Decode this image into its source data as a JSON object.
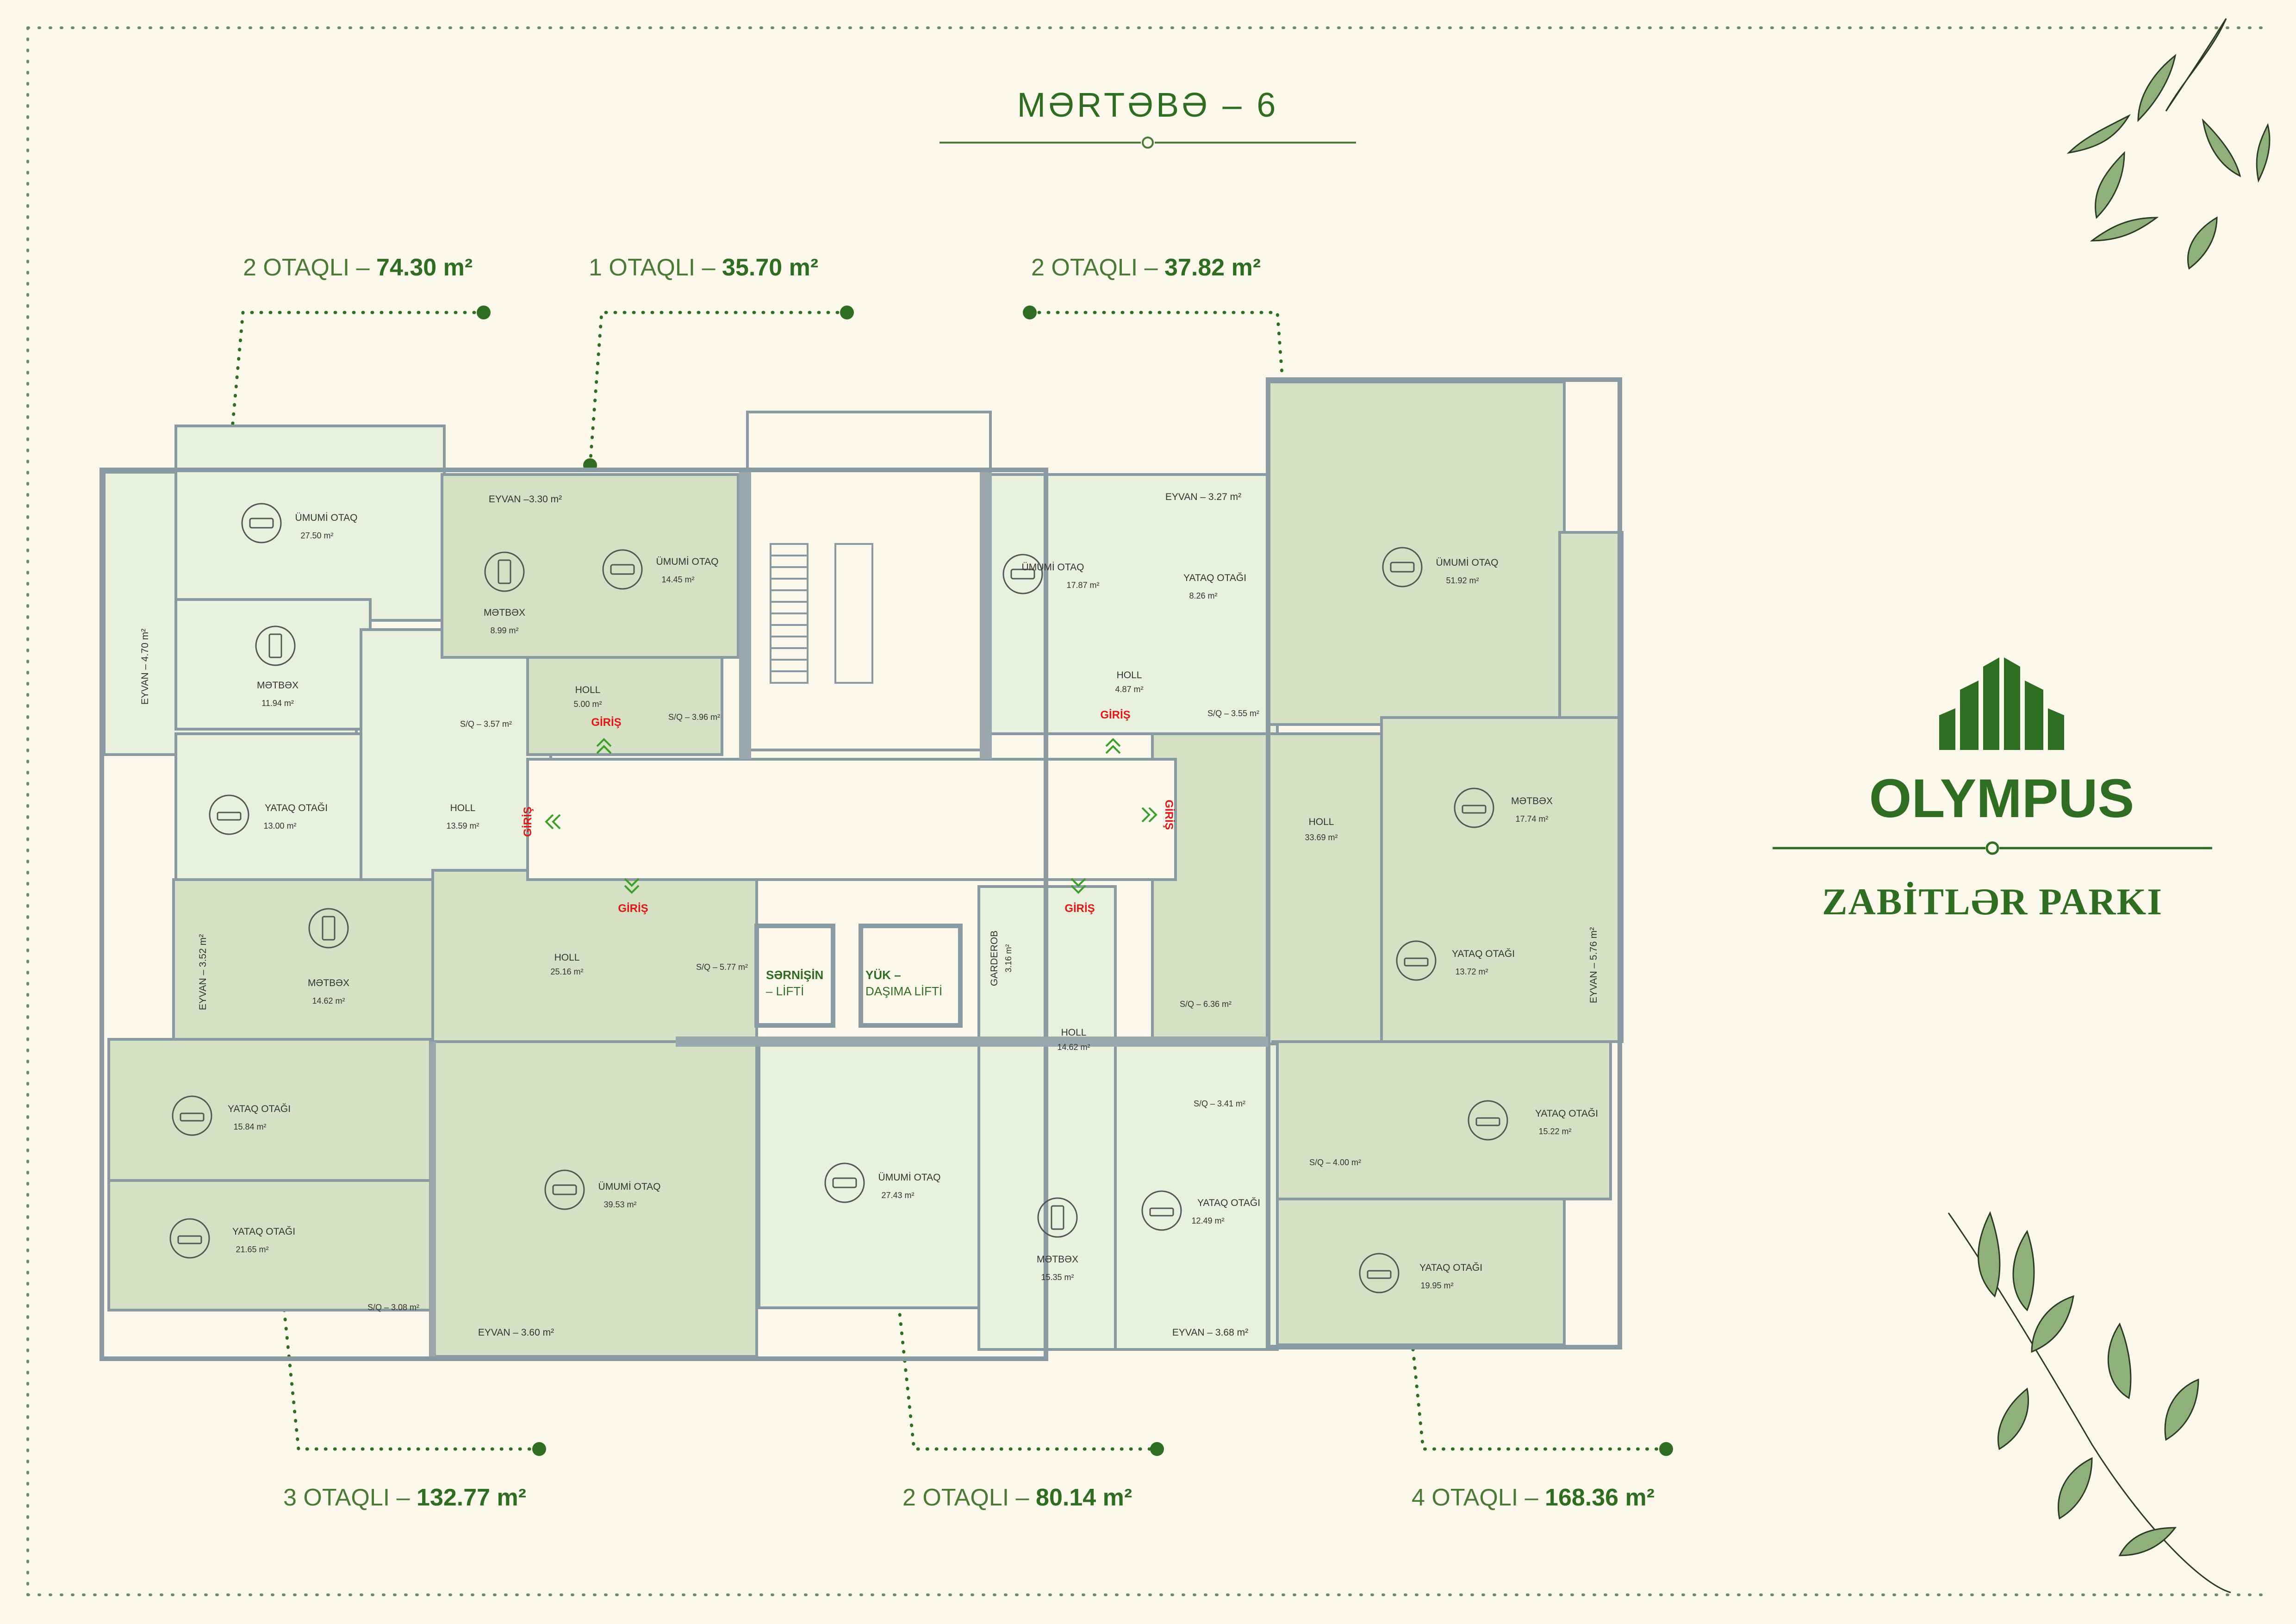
{
  "floor_title": "MƏRTƏBƏ – 6",
  "brand": {
    "name": "OLYMPUS",
    "project": "ZABİTLƏR PARKI"
  },
  "colors": {
    "background": "#fcf9ec",
    "brand_green": "#2f6e22",
    "room_fill": "#d6e0c4",
    "room_fill_light": "#eaf0de",
    "wall": "#8a9aa3",
    "giris": "#e01818"
  },
  "apartments": [
    {
      "rooms": "2 OTAQLI –",
      "area": "74.30 m²"
    },
    {
      "rooms": "1 OTAQLI –",
      "area": "35.70 m²"
    },
    {
      "rooms": "2 OTAQLI –",
      "area": "37.82 m²"
    },
    {
      "rooms": "3 OTAQLI –",
      "area": "132.77 m²"
    },
    {
      "rooms": "2 OTAQLI –",
      "area": "80.14 m²"
    },
    {
      "rooms": "4 OTAQLI –",
      "area": "168.36 m²"
    }
  ],
  "entrance_label": "GİRİŞ",
  "lifts": {
    "passenger": [
      "SƏRNİŞİN",
      "– LİFTİ"
    ],
    "freight": [
      "YÜK –",
      "DAŞIMA LİFTİ"
    ]
  },
  "rooms": [
    {
      "name": "ÜMUMİ OTAQ",
      "area": "27.50 m²",
      "icon": "sofa-icon"
    },
    {
      "name": "MƏTBƏX",
      "area": "11.94 m²",
      "icon": "fridge-icon"
    },
    {
      "name": "YATAQ OTAĞI",
      "area": "13.00 m²",
      "icon": "bed-icon"
    },
    {
      "name": "HOLL",
      "area": "13.59 m²"
    },
    {
      "name": "EYVAN – 4.70 m²",
      "area": ""
    },
    {
      "name": "S/Q – 3.57 m²",
      "area": ""
    },
    {
      "name": "EYVAN –3.30 m²",
      "area": ""
    },
    {
      "name": "MƏTBƏX",
      "area": "8.99 m²",
      "icon": "fridge-icon"
    },
    {
      "name": "ÜMUMİ OTAQ",
      "area": "14.45 m²",
      "icon": "sofa-icon"
    },
    {
      "name": "HOLL",
      "area": "5.00 m²"
    },
    {
      "name": "S/Q – 3.96 m²",
      "area": ""
    },
    {
      "name": "EYVAN – 3.27 m²",
      "area": ""
    },
    {
      "name": "ÜMUMİ OTAQ",
      "area": "17.87 m²",
      "icon": "sofa-icon"
    },
    {
      "name": "YATAQ OTAĞI",
      "area": "8.26 m²"
    },
    {
      "name": "HOLL",
      "area": "4.87 m²"
    },
    {
      "name": "S/Q – 3.55 m²",
      "area": ""
    },
    {
      "name": "ÜMUMİ OTAQ",
      "area": "51.92 m²",
      "icon": "sofa-icon"
    },
    {
      "name": "HOLL",
      "area": "33.69 m²"
    },
    {
      "name": "MƏTBƏX",
      "area": "17.74 m²",
      "icon": "fridge-icon"
    },
    {
      "name": "YATAQ OTAĞI",
      "area": "13.72 m²",
      "icon": "bed-icon"
    },
    {
      "name": "EYVAN – 5.76 m²",
      "area": ""
    },
    {
      "name": "S/Q – 6.36 m²",
      "area": ""
    },
    {
      "name": "YATAQ OTAĞI",
      "area": "15.22 m²",
      "icon": "bed-icon"
    },
    {
      "name": "S/Q – 4.00 m²",
      "area": ""
    },
    {
      "name": "YATAQ OTAĞI",
      "area": "19.95 m²",
      "icon": "bed-icon"
    },
    {
      "name": "EYVAN – 3.52 m²",
      "area": ""
    },
    {
      "name": "MƏTBƏX",
      "area": "14.62 m²",
      "icon": "fridge-icon"
    },
    {
      "name": "HOLL",
      "area": "25.16 m²"
    },
    {
      "name": "S/Q – 5.77 m²",
      "area": ""
    },
    {
      "name": "YATAQ OTAĞI",
      "area": "15.84 m²",
      "icon": "bed-icon"
    },
    {
      "name": "ÜMUMİ OTAQ",
      "area": "39.53 m²",
      "icon": "sofa-icon"
    },
    {
      "name": "YATAQ OTAĞI",
      "area": "21.65 m²",
      "icon": "bed-icon"
    },
    {
      "name": "S/Q – 3.08 m²",
      "area": ""
    },
    {
      "name": "EYVAN – 3.60 m²",
      "area": ""
    },
    {
      "name": "GARDEROB",
      "area": "3.16 m²"
    },
    {
      "name": "HOLL",
      "area": "14.62 m²"
    },
    {
      "name": "ÜMUMİ OTAQ",
      "area": "27.43 m²",
      "icon": "sofa-icon"
    },
    {
      "name": "S/Q – 3.41 m²",
      "area": ""
    },
    {
      "name": "MƏTBƏX",
      "area": "15.35 m²",
      "icon": "fridge-icon"
    },
    {
      "name": "YATAQ OTAĞI",
      "area": "12.49 m²",
      "icon": "bed-icon"
    },
    {
      "name": "EYVAN – 3.68 m²",
      "area": ""
    }
  ]
}
